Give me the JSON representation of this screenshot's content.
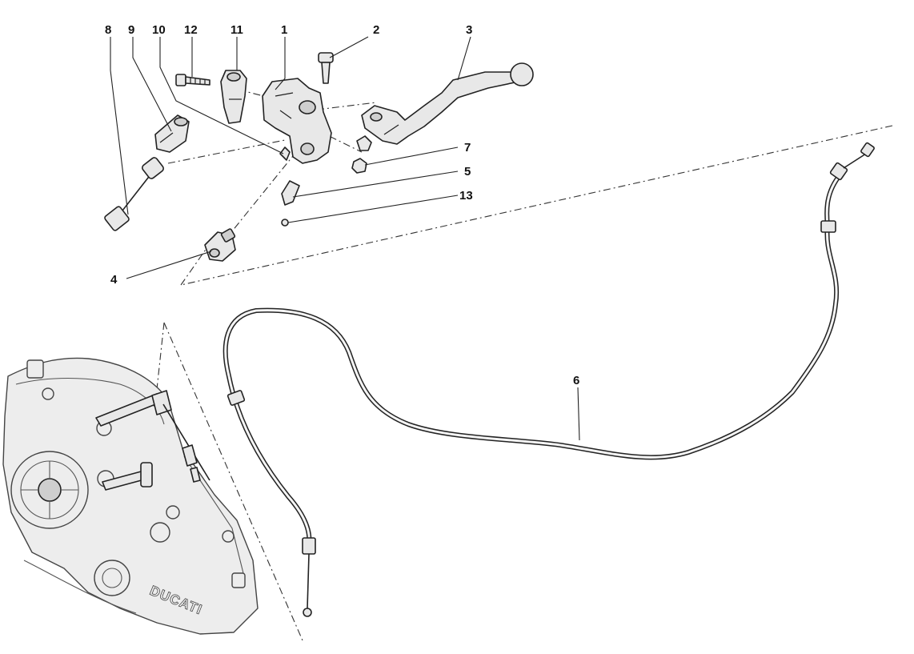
{
  "callouts": {
    "c1": "1",
    "c2": "2",
    "c3": "3",
    "c4": "4",
    "c5": "5",
    "c6": "6",
    "c7": "7",
    "c8": "8",
    "c9": "9",
    "c10": "10",
    "c11": "11",
    "c12": "12",
    "c13": "13"
  },
  "cover": {
    "brand_text": "DUCATI"
  },
  "colors": {
    "line": "#222222",
    "part_fill": "#e8e8e8",
    "background": "#ffffff"
  }
}
